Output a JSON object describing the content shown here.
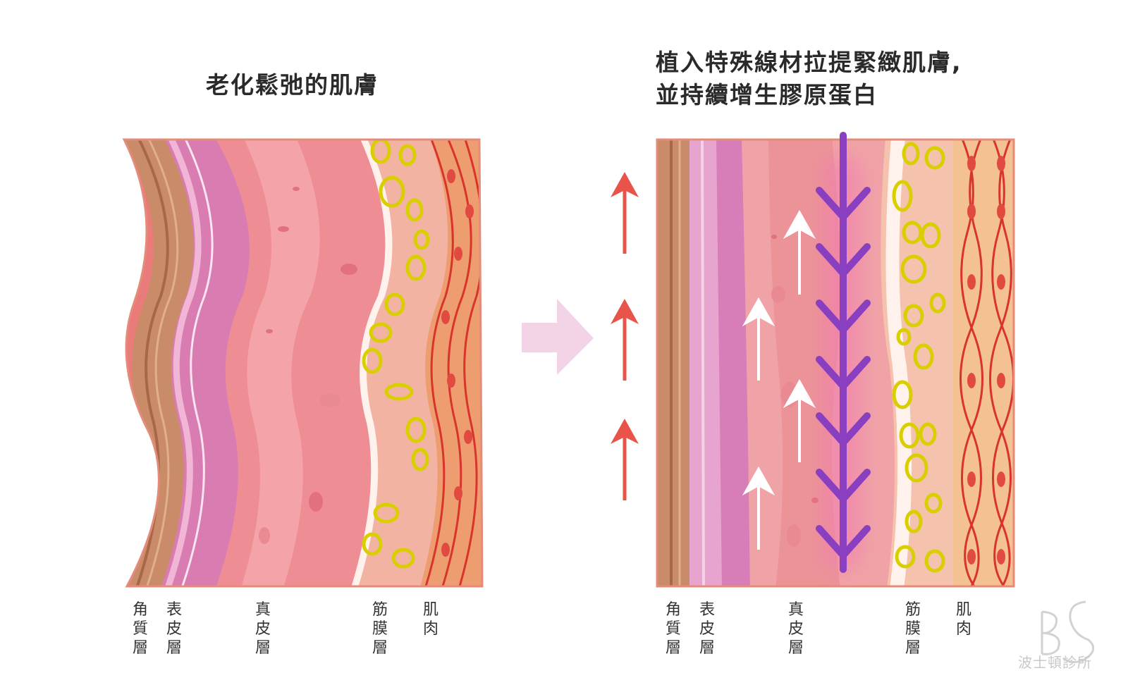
{
  "titles": {
    "left": "老化鬆弛的肌膚",
    "right_line1": "植入特殊線材拉提緊緻肌膚,",
    "right_line2": "並持續增生膠原蛋白"
  },
  "left_labels": [
    "角\n質\n層",
    "表\n皮\n層",
    "真\n皮\n層",
    "筋\n膜\n層",
    "肌\n肉"
  ],
  "right_labels": [
    "角\n質\n層",
    "表\n皮\n層",
    "真\n皮\n層",
    "筋\n膜\n層",
    "肌\n肉"
  ],
  "brand": {
    "name": "波士頓診所",
    "monogram": "BS"
  },
  "colors": {
    "arrow_red": "#e8534a",
    "thread_purple": "#8a3fc1",
    "transition_arrow": "#f3d3e6",
    "fat_yellow": "#e7d800"
  },
  "icons": {
    "transition": "right-arrow-icon",
    "lift": "up-arrow-icon",
    "thread": "barbed-thread-icon"
  }
}
